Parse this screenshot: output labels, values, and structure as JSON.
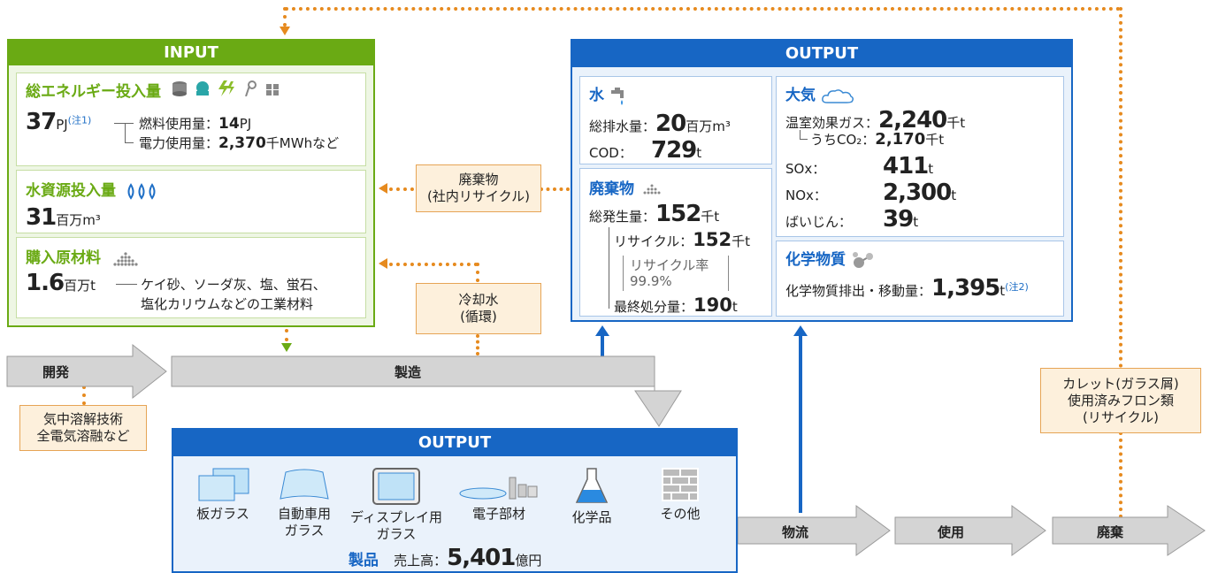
{
  "input": {
    "header": "INPUT",
    "energy": {
      "title": "総エネルギー投入量",
      "value": "37",
      "unit": "PJ",
      "note": "(注1)",
      "fuel_label": "燃料使用量：",
      "fuel_value": "14",
      "fuel_unit": "PJ",
      "power_label": "電力使用量：",
      "power_value": "2,370",
      "power_unit": "千MWhなど"
    },
    "water": {
      "title": "水資源投入量",
      "value": "31",
      "unit": "百万m³"
    },
    "materials": {
      "title": "購入原材料",
      "value": "1.6",
      "unit": "百万t",
      "desc1": "ケイ砂、ソーダ灰、塩、蛍石、",
      "desc2": "塩化カリウムなどの工業材料"
    }
  },
  "notes": {
    "waste_internal": [
      "廃棄物",
      "(社内リサイクル)"
    ],
    "cooling": [
      "冷却水",
      "(循環)"
    ],
    "tech": [
      "気中溶解技術",
      "全電気溶融など"
    ],
    "cullet": [
      "カレット(ガラス屑)",
      "使用済みフロン類",
      "(リサイクル)"
    ]
  },
  "output_top": {
    "header": "OUTPUT",
    "water": {
      "title": "水",
      "drain_label": "総排水量：",
      "drain_value": "20",
      "drain_unit": "百万m³",
      "cod_label": "COD：",
      "cod_value": "729",
      "cod_unit": "t"
    },
    "waste": {
      "title": "廃棄物",
      "gen_label": "総発生量：",
      "gen_value": "152",
      "gen_unit": "千t",
      "recycle_label": "リサイクル：",
      "recycle_value": "152",
      "recycle_unit": "千t",
      "rate_label": "リサイクル率",
      "rate_value": "99.9%",
      "final_label": "最終処分量：",
      "final_value": "190",
      "final_unit": "t"
    },
    "air": {
      "title": "大気",
      "ghg_label": "温室効果ガス：",
      "ghg_value": "2,240",
      "ghg_unit": "千t",
      "co2_label": "うちCO₂：",
      "co2_value": "2,170",
      "co2_unit": "千t",
      "sox_label": "SOx：",
      "sox_value": "411",
      "sox_unit": "t",
      "nox_label": "NOx：",
      "nox_value": "2,300",
      "nox_unit": "t",
      "dust_label": "ばいじん：",
      "dust_value": "39",
      "dust_unit": "t"
    },
    "chem": {
      "title": "化学物質",
      "label": "化学物質排出・移動量：",
      "value": "1,395",
      "unit": "t",
      "note": "(注2)"
    }
  },
  "process": {
    "dev": "開発",
    "mfg": "製造",
    "logistics": "物流",
    "use": "使用",
    "disposal": "廃棄"
  },
  "output_bottom": {
    "header": "OUTPUT",
    "products": [
      {
        "label1": "板ガラス",
        "label2": ""
      },
      {
        "label1": "自動車用",
        "label2": "ガラス"
      },
      {
        "label1": "ディスプレイ用",
        "label2": "ガラス"
      },
      {
        "label1": "電子部材",
        "label2": ""
      },
      {
        "label1": "化学品",
        "label2": ""
      },
      {
        "label1": "その他",
        "label2": ""
      }
    ],
    "product_label": "製品",
    "sales_label": "売上高：",
    "sales_value": "5,401",
    "sales_unit": "億円"
  },
  "colors": {
    "green": "#6aaa14",
    "blue": "#1766c4",
    "orange": "#e68a1e",
    "gray": "#d4d4d4"
  }
}
